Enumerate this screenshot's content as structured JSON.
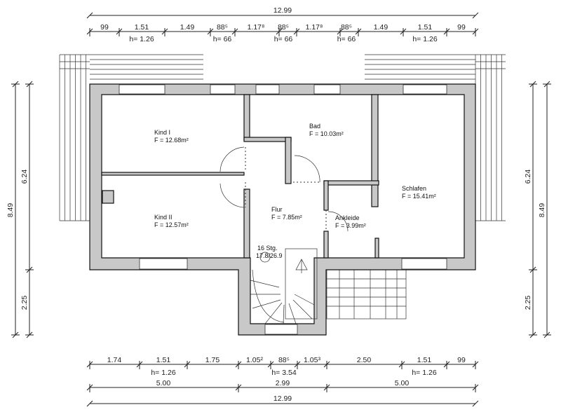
{
  "top_dims": {
    "total": "12.99",
    "row": [
      "99",
      "1.51",
      "1.49",
      "88⁵",
      "1.17⁸",
      "88⁵",
      "1.17⁸",
      "88⁵",
      "1.49",
      "1.51",
      "99"
    ],
    "heights": [
      "h= 1.26",
      "h= 66",
      "h= 66",
      "h= 66",
      "h= 1.26"
    ]
  },
  "bottom_dims": {
    "row": [
      "1.74",
      "1.51",
      "1.75",
      "1.05²",
      "88⁵",
      "1.05³",
      "2.50",
      "1.51",
      "99"
    ],
    "heights": [
      "h= 1.26",
      "h= 3.54",
      "h= 1.26"
    ],
    "mid": [
      "5.00",
      "2.99",
      "5.00"
    ],
    "total": "12.99"
  },
  "side_dims": {
    "total": "8.49",
    "upper": "6.24",
    "lower": "2.25"
  },
  "rooms": [
    {
      "name": "Kind I",
      "area": "F = 12.68m²"
    },
    {
      "name": "Kind II",
      "area": "F = 12.57m²"
    },
    {
      "name": "Bad",
      "area": "F = 10.03m²"
    },
    {
      "name": "Schlafen",
      "area": "F = 15.41m²"
    },
    {
      "name": "Flur",
      "area": "F = 7.85m²"
    },
    {
      "name": "Ankleide",
      "area": "F = 3.99m²"
    }
  ],
  "stairs": {
    "steps": "16 Stg.",
    "ratio": "17.8/26.9"
  }
}
